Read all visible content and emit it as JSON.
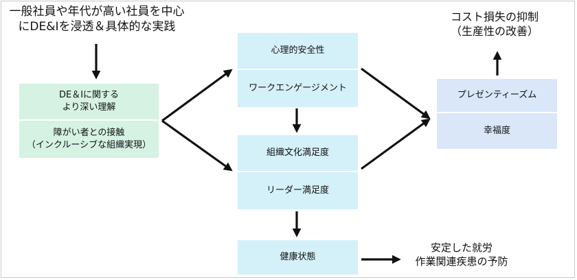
{
  "top_left_label": [
    "一般社員や年代が高い社員を中心",
    "にDE&Iを浸透＆具体的な実践"
  ],
  "left_boxes": {
    "understanding": [
      "DE＆Iに関する",
      "より深い理解"
    ],
    "contact": [
      "障がい者との接触",
      "（インクルーシブな組織実現）"
    ]
  },
  "center_boxes": {
    "psychological_safety": "心理的安全性",
    "work_engagement": "ワークエンゲージメント",
    "org_culture_satisfaction": "組織文化満足度",
    "leader_satisfaction": "リーダー満足度",
    "health_status": "健康状態"
  },
  "right_boxes": {
    "presenteeism": "プレゼンティーズム",
    "wellbeing": "幸福度"
  },
  "top_right_label": [
    "コスト損失の抑制",
    "（生産性の改善）"
  ],
  "bottom_right_label": [
    "安定した就労",
    "作業関連疾患の予防"
  ],
  "colors": {
    "left_fill": "#d5f2e2",
    "center_fill": "#d4f0f8",
    "right_fill": "#d9e7f8",
    "arrow": "#111111"
  }
}
